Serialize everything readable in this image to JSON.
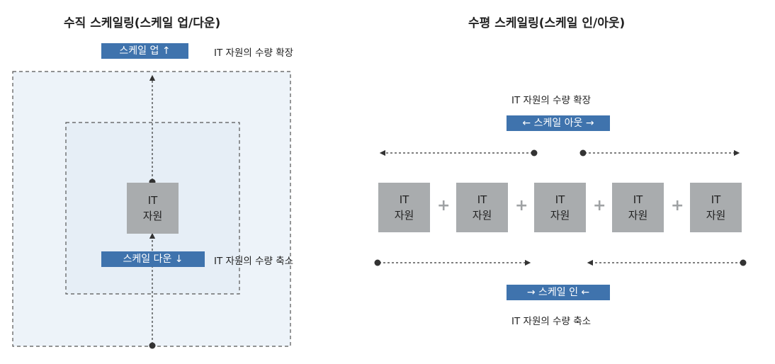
{
  "vertical": {
    "title": "수직 스케일링(스케일 업/다운)",
    "scale_up_label": "스케일 업 ↑",
    "scale_up_caption": "IT 자원의 수량 확장",
    "resource_line1": "IT",
    "resource_line2": "자원",
    "scale_down_label": "스케일 다운 ↓",
    "scale_down_caption": "IT 자원의 수량 축소"
  },
  "horizontal": {
    "title": "수평 스케일링(스케일 인/아웃)",
    "scale_out_caption": "IT 자원의 수량 확장",
    "scale_out_label": "← 스케일 아웃 →",
    "resources": [
      {
        "line1": "IT",
        "line2": "자원"
      },
      {
        "line1": "IT",
        "line2": "자원"
      },
      {
        "line1": "IT",
        "line2": "자원"
      },
      {
        "line1": "IT",
        "line2": "자원"
      },
      {
        "line1": "IT",
        "line2": "자원"
      }
    ],
    "plus_symbol": "+",
    "scale_in_label": "→ 스케일 인 ←",
    "scale_in_caption": "IT 자원의 수량 축소"
  },
  "colors": {
    "label_bg": "#3f73ad",
    "resource_box": "#a9acae",
    "outer_fill": "#edf3f9"
  }
}
